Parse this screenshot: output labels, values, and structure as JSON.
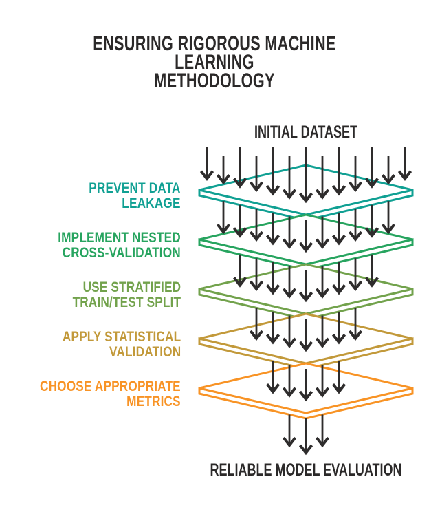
{
  "page": {
    "background": "#ffffff",
    "text_color": "#2b2929",
    "arrow_color": "#2e2c2c"
  },
  "title": {
    "line1": "ENSURING RIGOROUS MACHINE LEARNING",
    "line2": "METHODOLOGY"
  },
  "funnel": {
    "input_label": "INITIAL DATASET",
    "output_label": "RELIABLE MODEL EVALUATION",
    "arrows_out": 3,
    "stages": [
      {
        "label_lines": [
          "PREVENT DATA",
          "LEAKAGE"
        ],
        "color": "#10a093",
        "arrows_in": 13
      },
      {
        "label_lines": [
          "IMPLEMENT NESTED",
          "CROSS-VALIDATION"
        ],
        "color": "#27a45f",
        "arrows_in": 11
      },
      {
        "label_lines": [
          "USE STRATIFIED",
          "TRAIN/TEST SPLIT"
        ],
        "color": "#72a24c",
        "arrows_in": 9
      },
      {
        "label_lines": [
          "APPLY STATISTICAL",
          "VALIDATION"
        ],
        "color": "#c2993a",
        "arrows_in": 7
      },
      {
        "label_lines": [
          "CHOOSE APPROPRIATE",
          "METRICS"
        ],
        "color": "#f89325",
        "arrows_in": 5
      }
    ]
  }
}
